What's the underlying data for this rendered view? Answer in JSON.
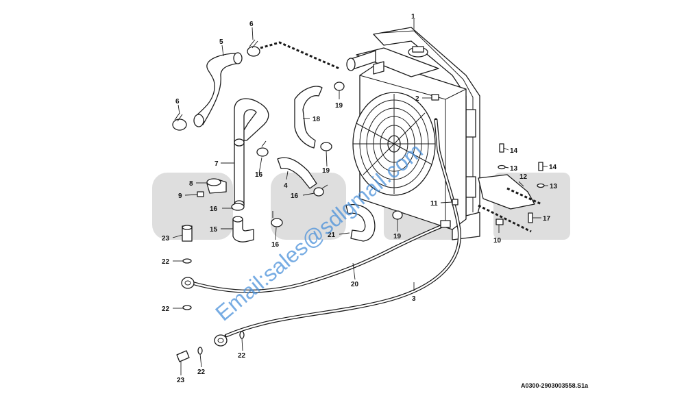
{
  "labels": {
    "l1": "1",
    "l2": "2",
    "l3": "3",
    "l4": "4",
    "l5": "5",
    "l6a": "6",
    "l6b": "6",
    "l7": "7",
    "l8": "8",
    "l9": "9",
    "l10": "10",
    "l11": "11",
    "l12": "12",
    "l13a": "13",
    "l13b": "13",
    "l14a": "14",
    "l14b": "14",
    "l15": "15",
    "l16a": "16",
    "l16b": "16",
    "l16c": "16",
    "l16d": "16",
    "l17": "17",
    "l18": "18",
    "l19a": "19",
    "l19b": "19",
    "l19c": "19",
    "l20": "20",
    "l21": "21",
    "l22a": "22",
    "l22b": "22",
    "l22c": "22",
    "l22d": "22",
    "l23a": "23",
    "l23b": "23"
  },
  "watermark": "Email:sales@sdlgmail.com",
  "drawing_code": "A0300-2903003558.S1a",
  "colors": {
    "watermark": "#4a90d9",
    "background_logo": "#dedede",
    "line": "#1a1a1a"
  }
}
